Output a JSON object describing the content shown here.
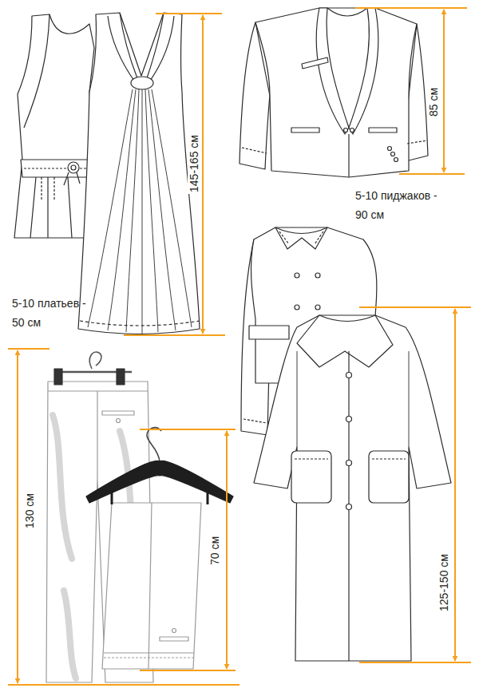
{
  "diagram": {
    "labels": [
      "145-165 см",
      "5-10 платьев - 50 см",
      "85 см",
      "5-10 пиджаков - 90 см",
      "130 см",
      "70 см",
      "125-150 см"
    ]
  }
}
